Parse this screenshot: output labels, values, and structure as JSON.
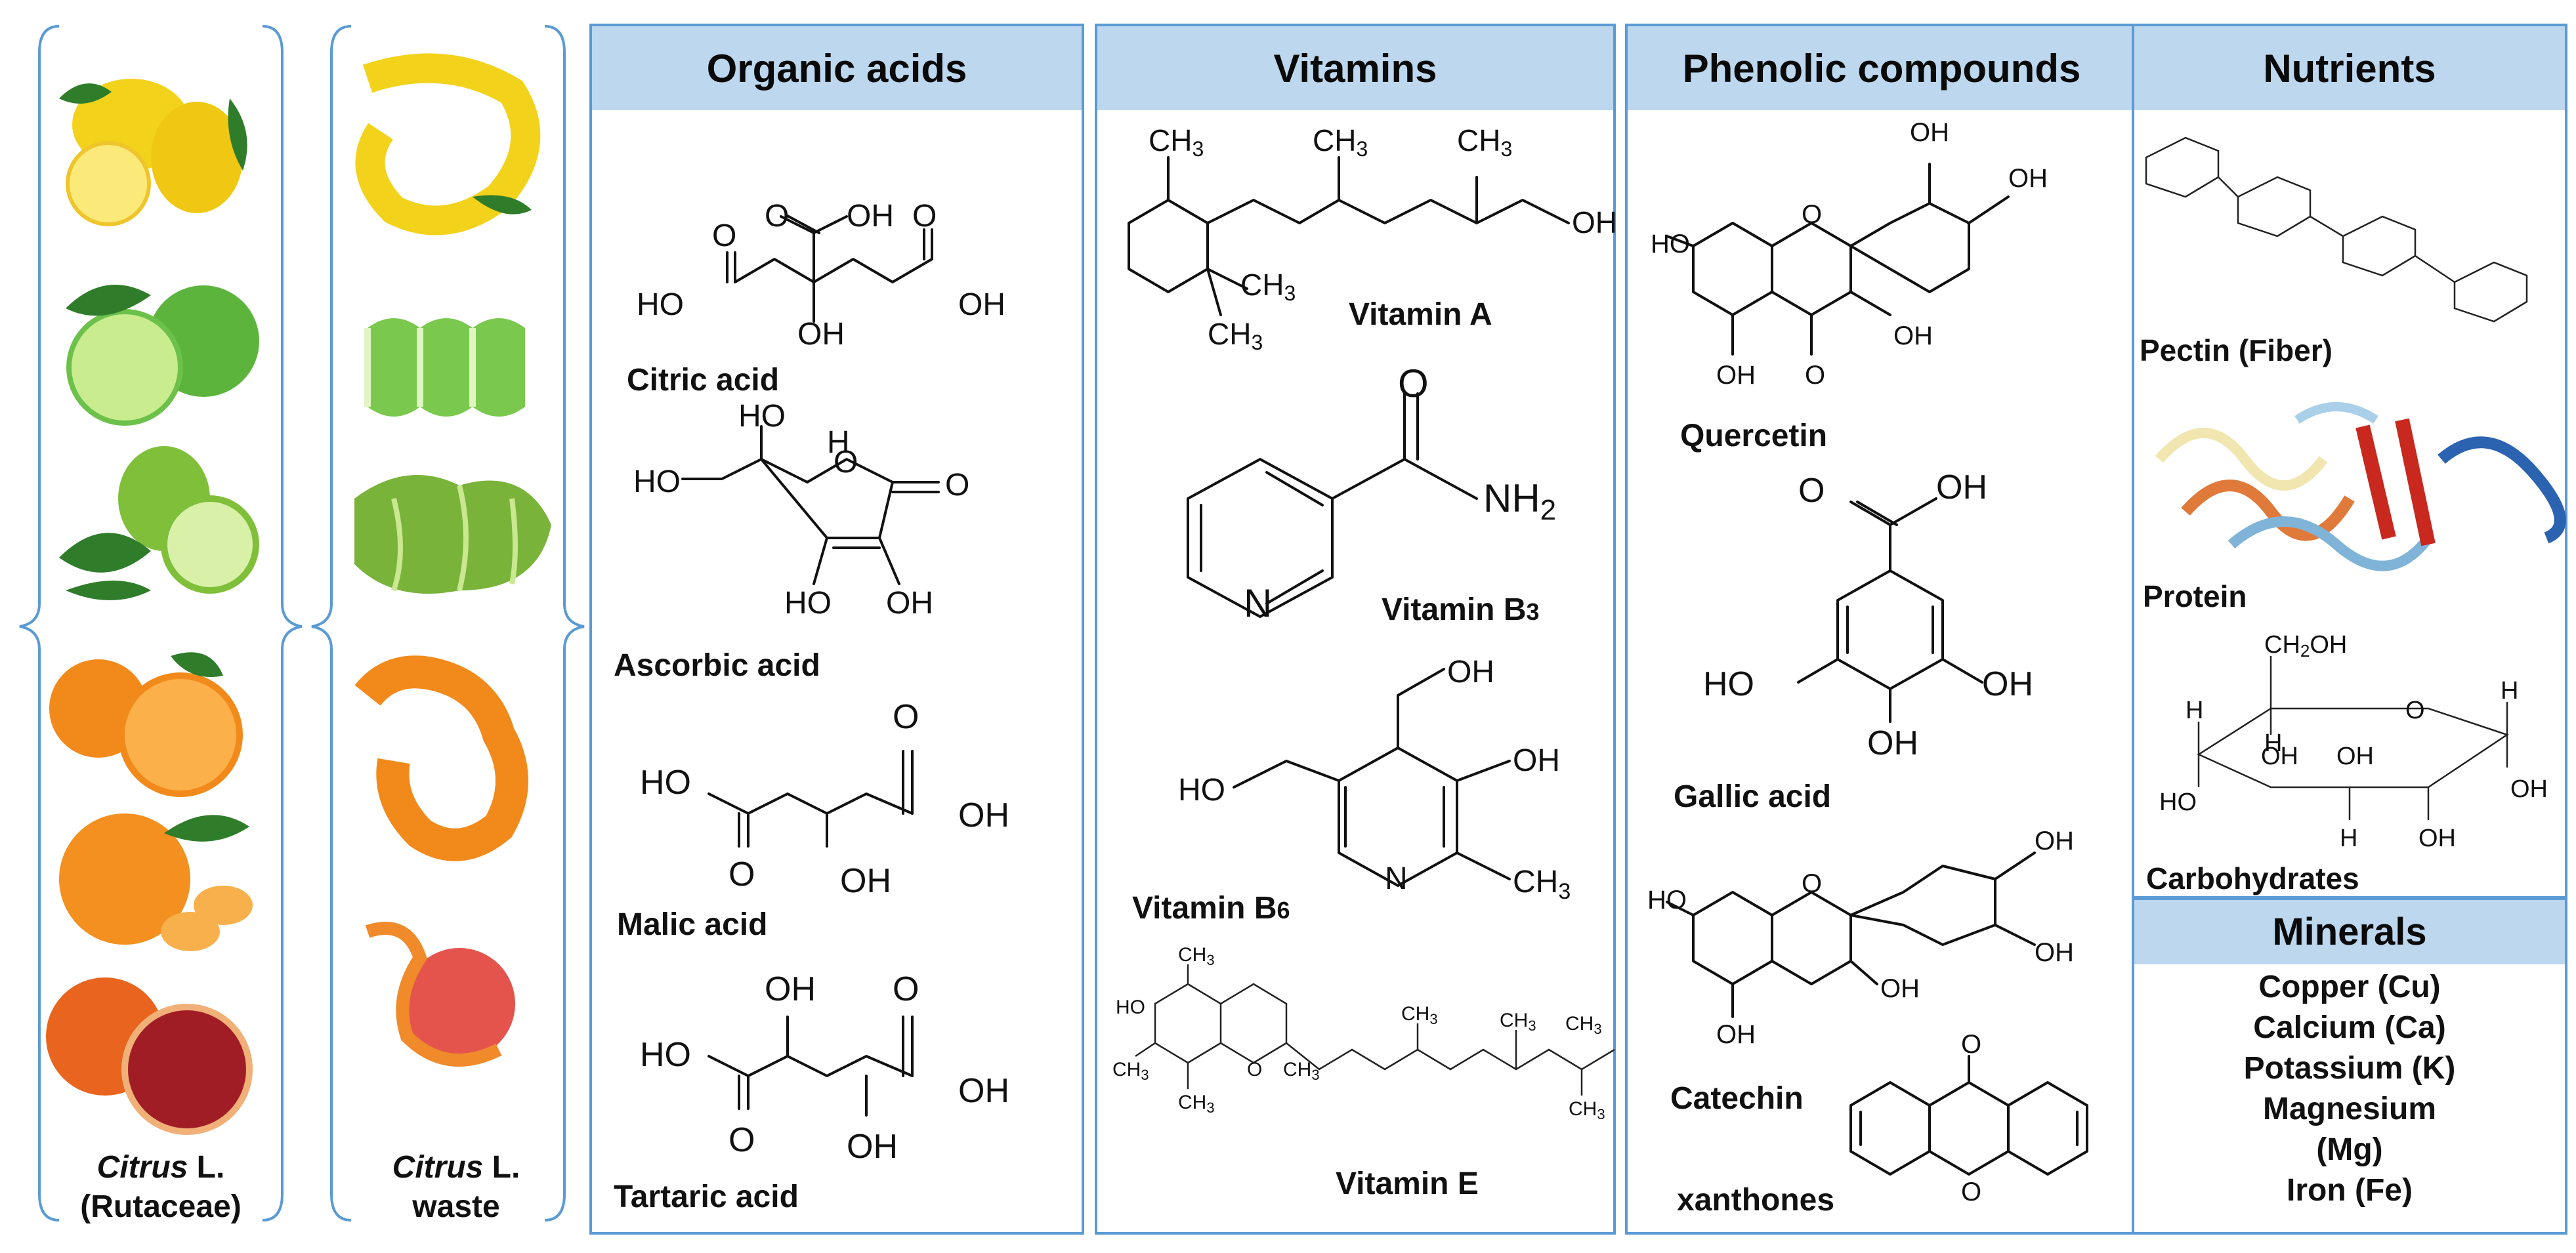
{
  "fruit_columns": [
    {
      "label_italic": "Citrus",
      "label_rest": " L.",
      "label_line2": "(Rutaceae)"
    },
    {
      "label_italic": "Citrus",
      "label_rest": " L.",
      "label_line2": "waste"
    }
  ],
  "panels": {
    "organic_acids": {
      "title": "Organic acids",
      "compounds": [
        "Citric acid",
        "Ascorbic acid",
        "Malic acid",
        "Tartaric acid"
      ]
    },
    "vitamins": {
      "title": "Vitamins",
      "compounds": [
        "Vitamin A",
        "Vitamin B",
        "Vitamin B",
        "Vitamin E"
      ],
      "subscripts": [
        "",
        "3",
        "6",
        ""
      ]
    },
    "phenolic": {
      "title": "Phenolic compounds",
      "compounds": [
        "Quercetin",
        "Gallic acid",
        "Catechin",
        "xanthones"
      ]
    },
    "nutrients": {
      "title": "Nutrients",
      "compounds": [
        "Pectin (Fiber)",
        "Protein",
        "Carbohydrates"
      ]
    },
    "minerals": {
      "title": "Minerals",
      "items": [
        "Copper (Cu)",
        "Calcium (Ca)",
        "Potassium (K)",
        "Magnesium",
        "(Mg)",
        "Iron (Fe)"
      ]
    }
  },
  "atoms": {
    "oh": "OH",
    "ho": "HO",
    "o": "O",
    "n": "N",
    "h": "H",
    "nh2": "NH",
    "two": "2",
    "ch3": "CH",
    "three": "3",
    "ch2oh": "CH",
    "two_b": "2",
    "oh_b": "OH"
  },
  "colors": {
    "header_fill": "#bcd7ee",
    "panel_border": "#5b9bd5",
    "lemon": "#f3d21b",
    "lime": "#6cc14a",
    "bergamot": "#7fbf3a",
    "orange": "#f28a1b",
    "blood_orange": "#e0551f",
    "leaf": "#2f7d2a"
  }
}
